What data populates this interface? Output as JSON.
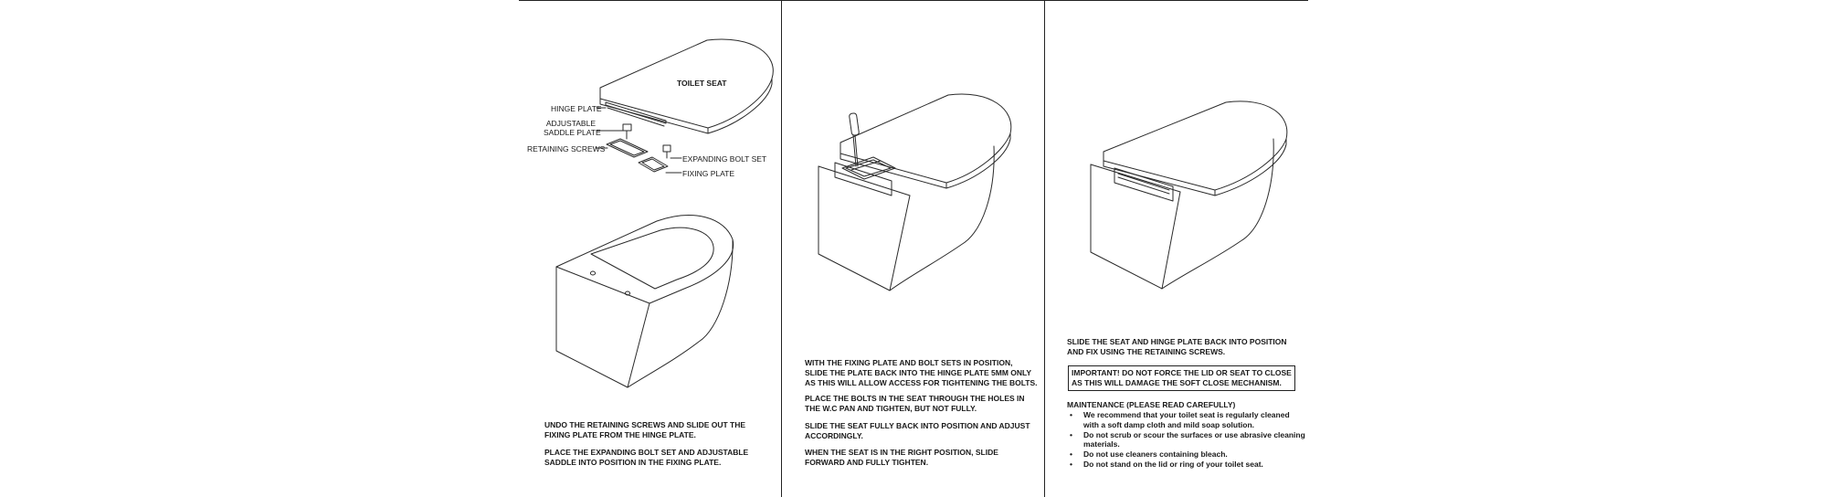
{
  "panel1": {
    "labels": {
      "toilet_seat": "TOILET SEAT",
      "hinge_plate": "HINGE PLATE",
      "adjustable": "ADJUSTABLE",
      "saddle_plate": "SADDLE PLATE",
      "retaining_screws": "RETAINING SCREWS",
      "expanding_bolt_set": "EXPANDING BOLT SET",
      "fixing_plate": "FIXING PLATE"
    },
    "steps": [
      [
        "UNDO THE RETAINING SCREWS AND SLIDE OUT THE",
        "FIXING PLATE FROM THE HINGE PLATE."
      ],
      [
        "PLACE THE EXPANDING BOLT SET AND ADJUSTABLE",
        "SADDLE INTO POSITION IN THE FIXING PLATE."
      ]
    ]
  },
  "panel2": {
    "steps": [
      [
        "WITH THE FIXING PLATE AND BOLT SETS IN POSITION,",
        "SLIDE THE PLATE BACK INTO THE HINGE PLATE 5mm ONLY",
        "AS THIS WILL ALLOW ACCESS FOR TIGHTENING THE BOLTS."
      ],
      [
        "PLACE THE BOLTS IN THE SEAT THROUGH THE HOLES IN",
        "THE W.C PAN AND TIGHTEN, BUT NOT FULLY."
      ],
      [
        "SLIDE THE SEAT FULLY BACK INTO POSITION AND ADJUST",
        "ACCORDINGLY."
      ],
      [
        "WHEN THE SEAT IS IN THE RIGHT POSITION, SLIDE",
        "FORWARD AND FULLY TIGHTEN."
      ]
    ]
  },
  "panel3": {
    "step": [
      "SLIDE THE SEAT AND HINGE PLATE BACK INTO POSITION",
      "AND FIX USING THE RETAINING SCREWS."
    ],
    "warning": [
      "IMPORTANT! DO NOT FORCE THE LID OR SEAT TO CLOSE",
      "AS THIS WILL DAMAGE THE SOFT CLOSE MECHANISM."
    ],
    "maintenance_title": "MAINTENANCE (PLEASE READ CAREFULLY)",
    "bullet": "•",
    "maintenance_items": [
      [
        "We recommend that your toilet seat is regularly cleaned",
        "with a soft damp cloth and mild soap solution."
      ],
      [
        "Do not scrub or scour the surfaces or use abrasive cleaning",
        "materials."
      ],
      [
        "Do not use cleaners containing bleach."
      ],
      [
        "Do not stand on the lid or ring of your toilet seat."
      ]
    ]
  }
}
